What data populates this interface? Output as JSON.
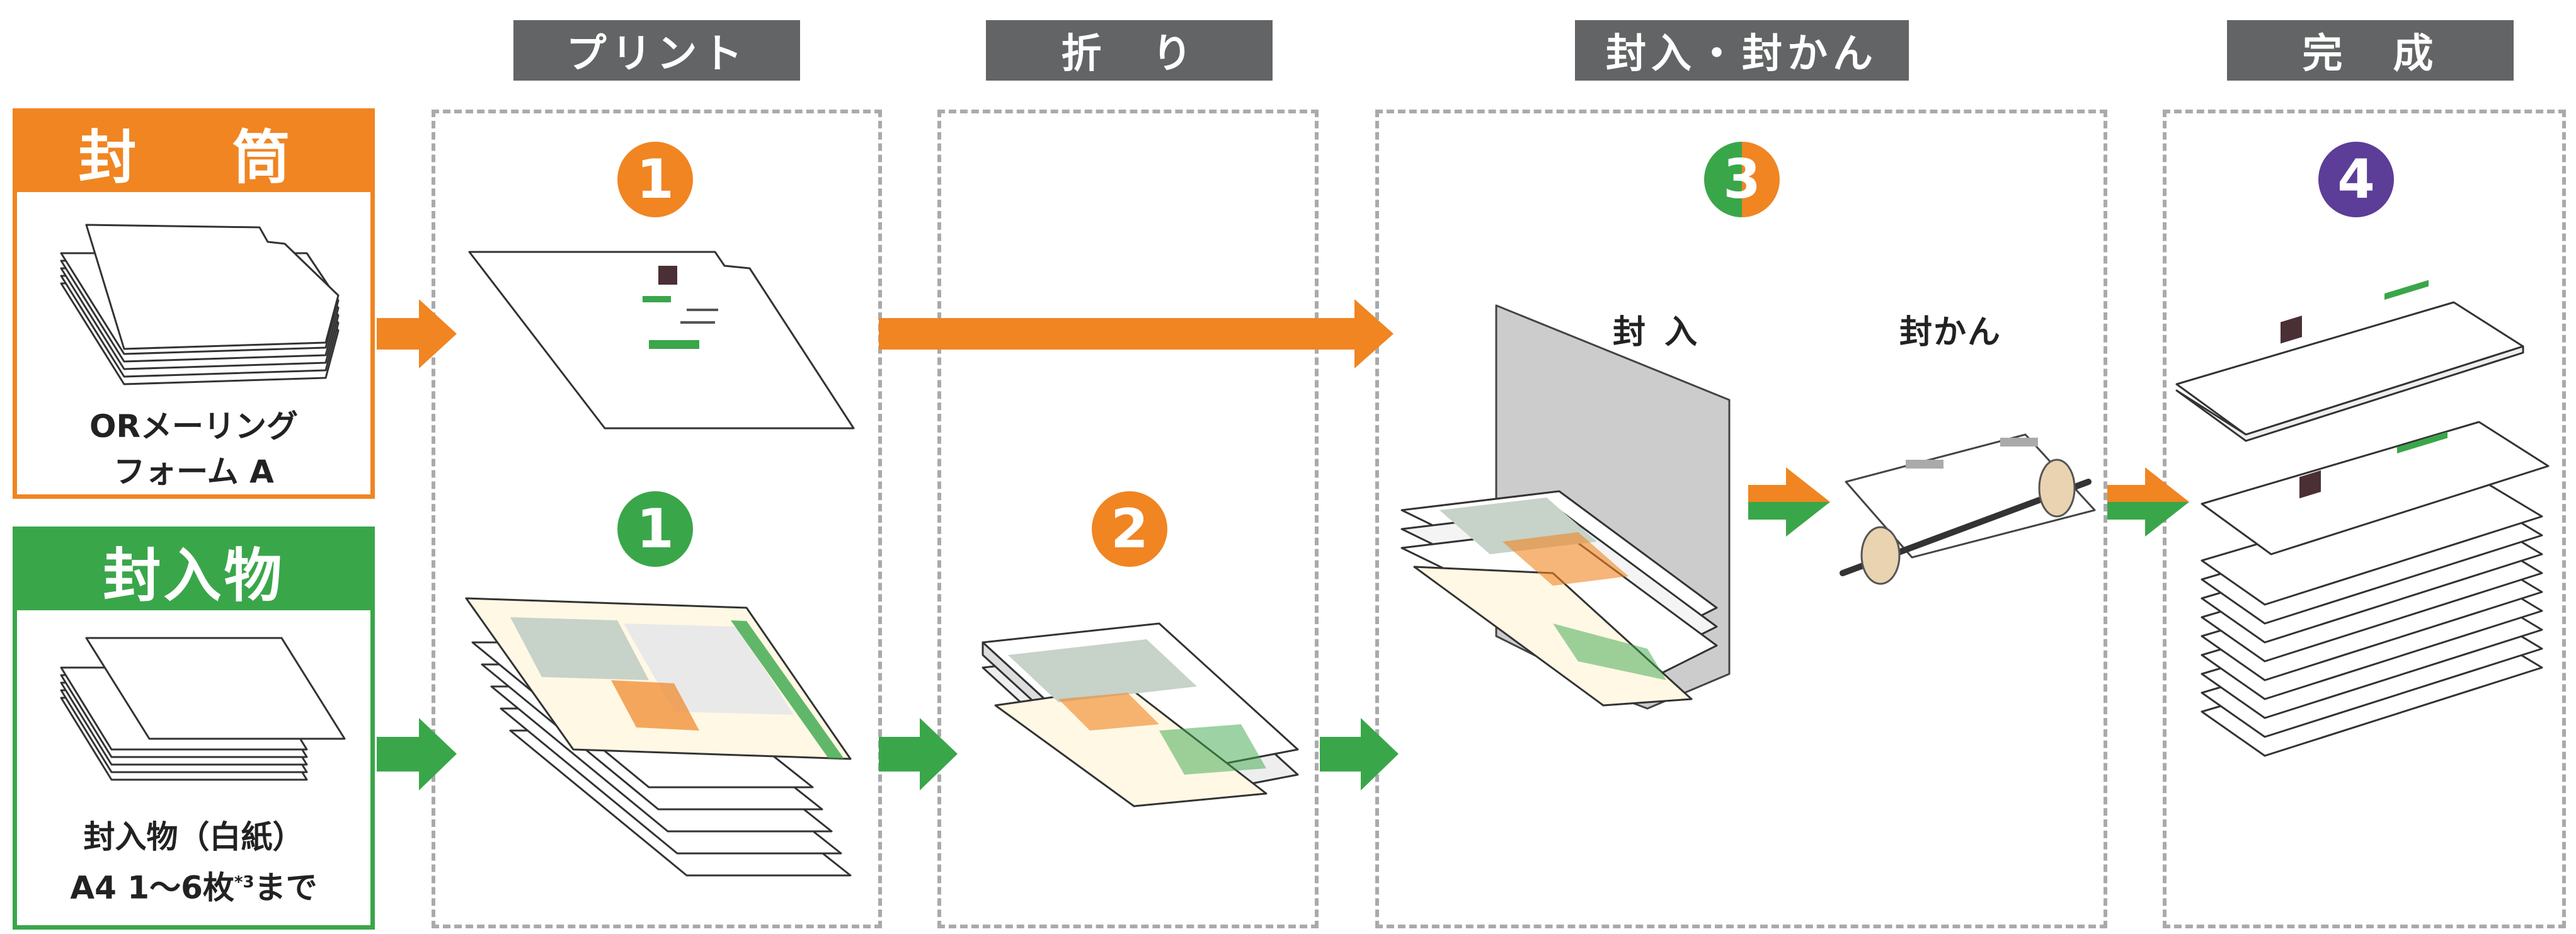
{
  "headers": {
    "print": "プリント",
    "fold": "折　り",
    "insert_seal": "封入・封かん",
    "complete": "完　成"
  },
  "envelope_box": {
    "title": "封　筒",
    "caption_line1": "ORメーリング",
    "caption_line2": "フォーム A"
  },
  "insert_box": {
    "title": "封入物",
    "caption_line1": "封入物（白紙）",
    "caption_line2_main": "A4 1〜6枚",
    "caption_line2_sup": "*3",
    "caption_line2_tail": "まで"
  },
  "steps": {
    "print_envelope": "1",
    "print_insert": "1",
    "fold": "2",
    "insert_seal": "3",
    "complete": "4"
  },
  "labels": {
    "insert": "封 入",
    "seal": "封かん"
  },
  "colors": {
    "orange": "#f08522",
    "green": "#3aa64a",
    "purple": "#5c3d98",
    "header_gray": "#636465",
    "dash_gray": "#a9aaac"
  }
}
